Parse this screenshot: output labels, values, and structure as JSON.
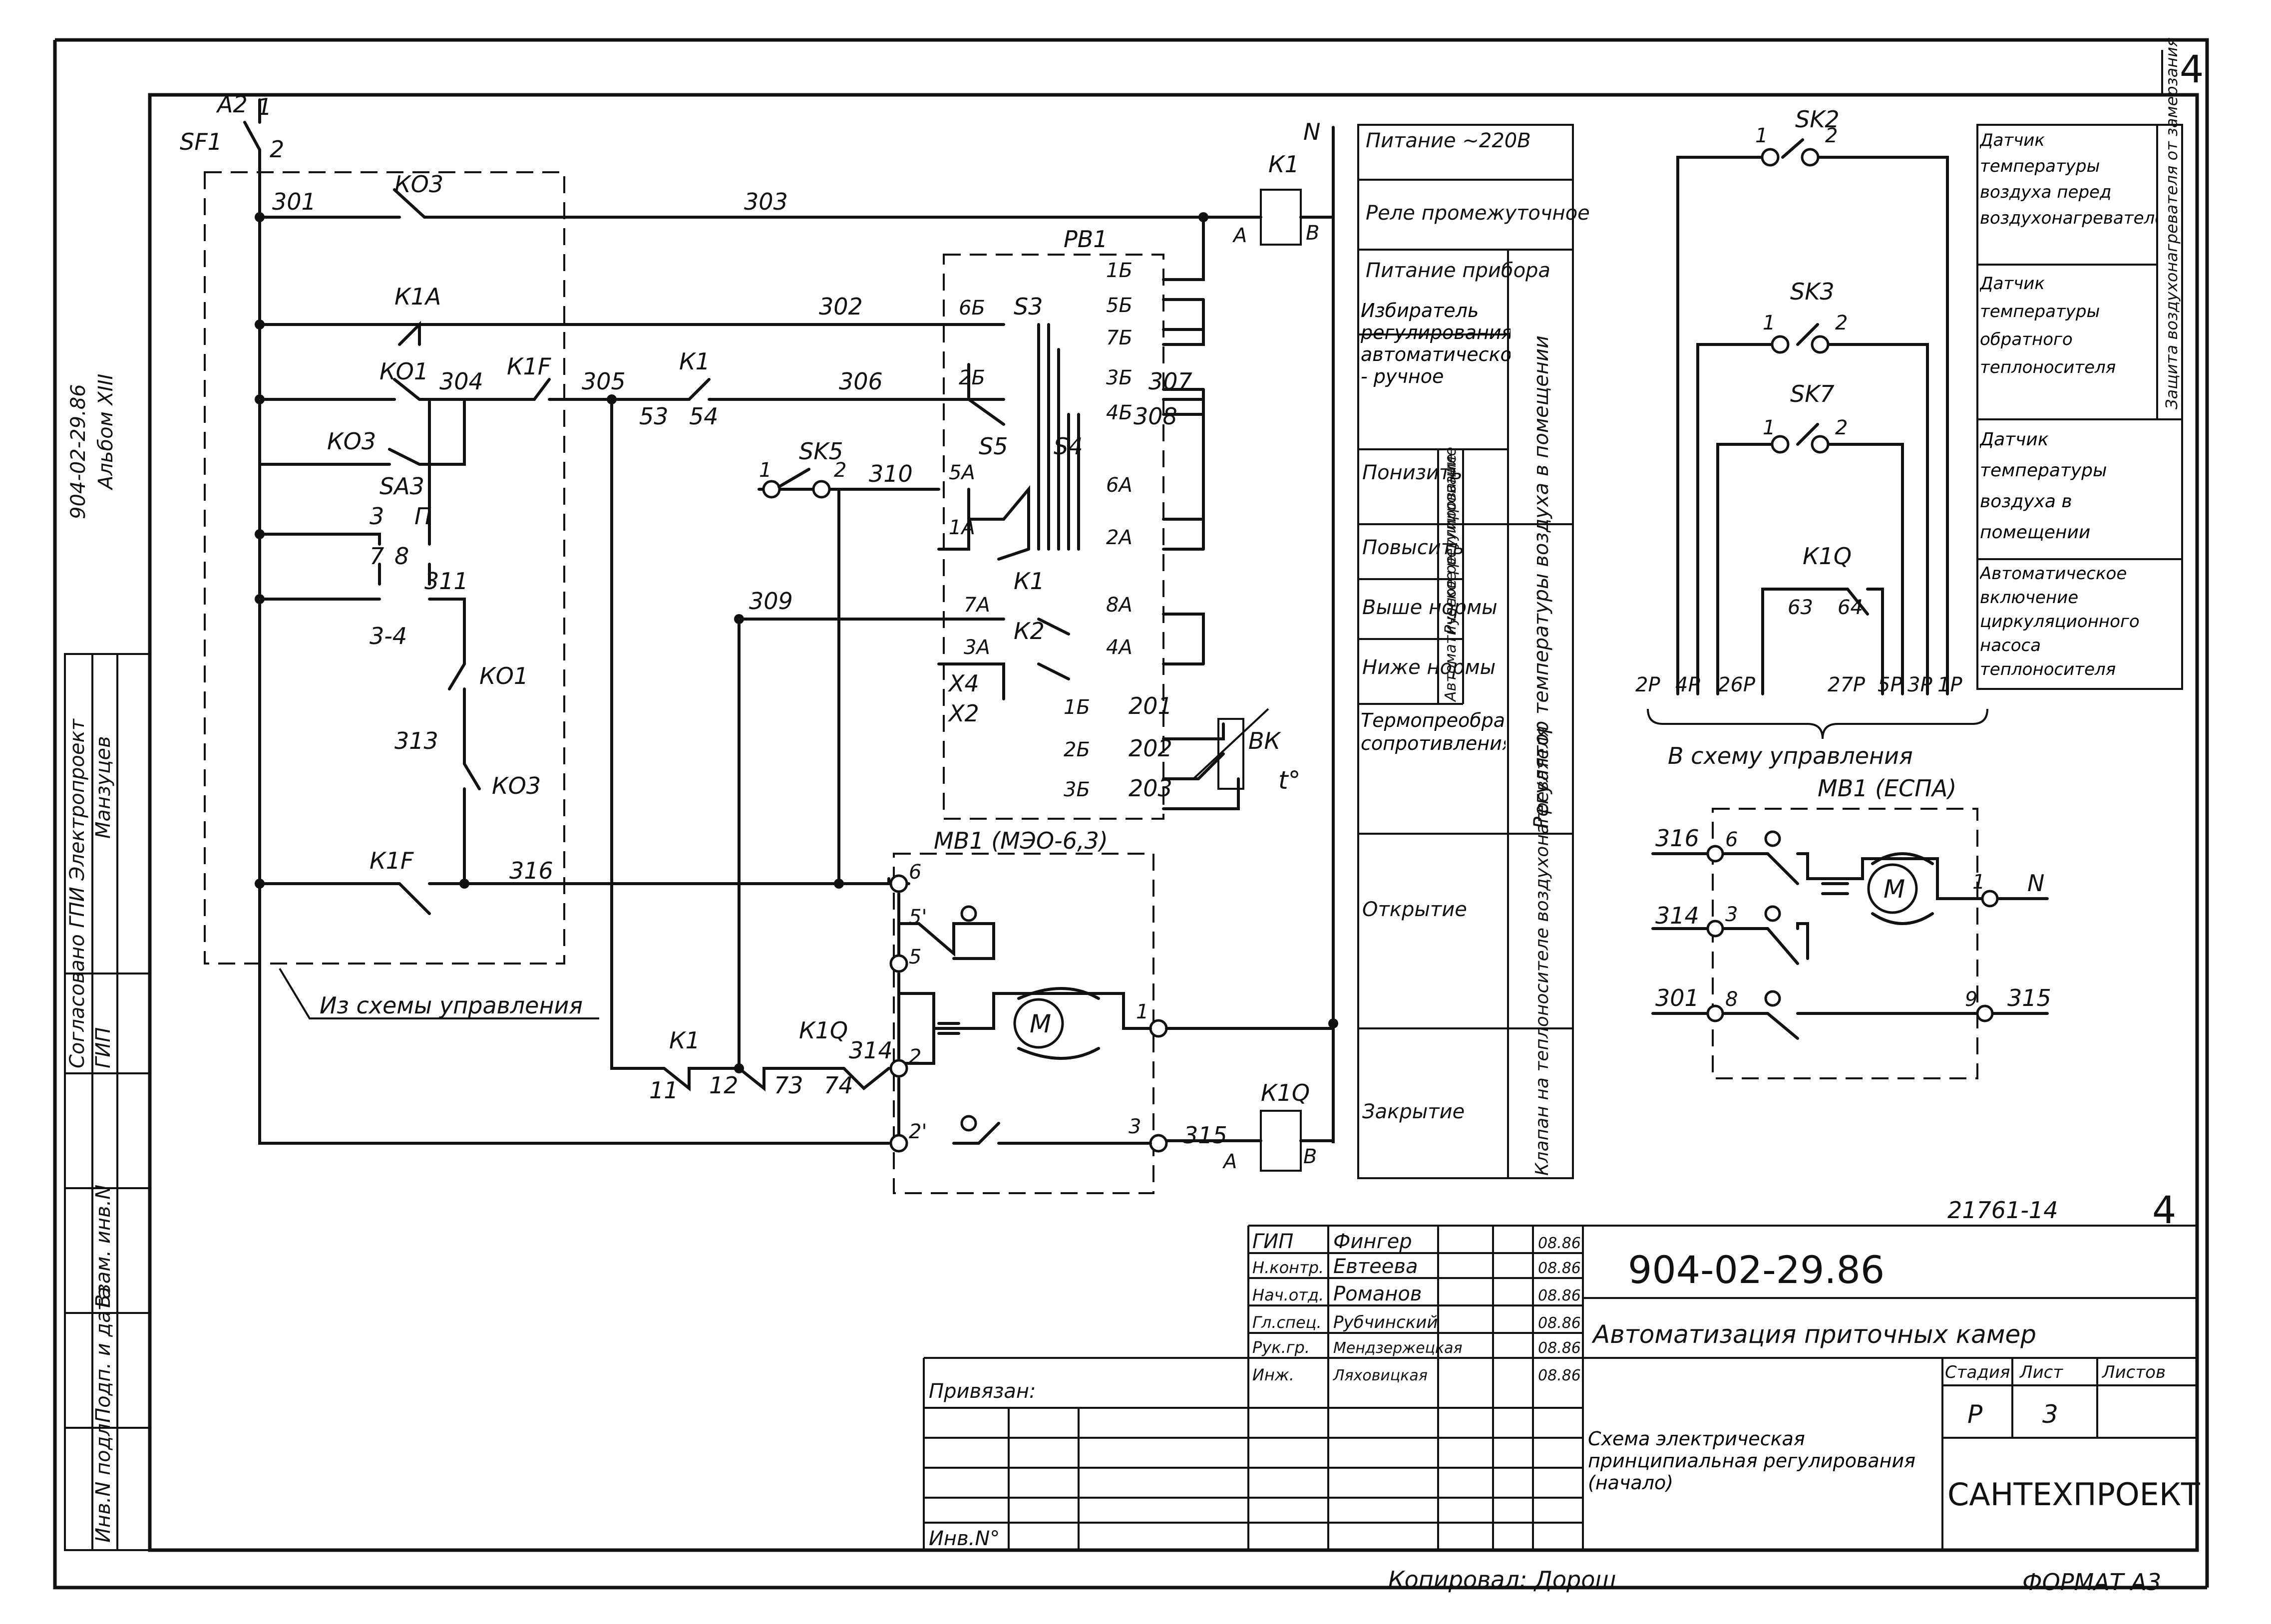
{
  "sheet": {
    "number": "4",
    "format_label": "ФОРМАТ А3",
    "copied_by": "Копировал: Дорош",
    "stamp_number": "21761-14",
    "stamp_sheet": "4"
  },
  "left_margin": {
    "doc_code": "904-02-29.86",
    "album": "Альбом XIII",
    "agreed": "Согласовано ГПИ Электропроект",
    "role_gip": "ГИП",
    "name": "Манзуцев",
    "inv_orig": "Инв.N подл.",
    "sign_date": "Подп. и дата",
    "inv_replace": "Взам. инв.N"
  },
  "left_circuit": {
    "labels": [
      "A2",
      "1",
      "SF1",
      "2",
      "301",
      "КО3",
      "303",
      "К1А",
      "302",
      "КО1",
      "304",
      "К1F",
      "305",
      "К1",
      "53",
      "54",
      "306",
      "КО3",
      "SA3",
      "3",
      "П",
      "7",
      "8",
      "311",
      "3-4",
      "КО1",
      "313",
      "КО3",
      "К1F",
      "316",
      "Из схемы управления",
      "К1",
      "11",
      "12",
      "К1Q",
      "73",
      "74",
      "314",
      "N",
      "К1",
      "А",
      "В",
      "К1Q",
      "315",
      "А",
      "В"
    ]
  },
  "regulator": {
    "labels": [
      "РВ1",
      "1Б",
      "5Б",
      "S3",
      "6Б",
      "7Б",
      "2Б",
      "3Б",
      "307",
      "4Б",
      "308",
      "SK5",
      "1",
      "2",
      "310",
      "S5",
      "S4",
      "5А",
      "6А",
      "1А",
      "2А",
      "309",
      "7А",
      "К1",
      "8А",
      "3А",
      "К2",
      "4А",
      "Х4",
      "Х2",
      "1Б",
      "201",
      "2Б",
      "202",
      "3Б",
      "203",
      "ВК",
      "t°"
    ]
  },
  "actuator": {
    "title": "МВ1 (МЭО-6,3)",
    "terminals": [
      "6",
      "5'",
      "5",
      "2",
      "1",
      "2'",
      "3"
    ],
    "motor": "M"
  },
  "legend": {
    "rows": [
      "Питание ~220В",
      "Реле промежуточное",
      "Питание прибора",
      "Избиратель регулирования автоматическое - ручное",
      "Понизить",
      "Повысить",
      "Выше нормы",
      "Ниже нормы",
      "Термопреобразователь сопротивления",
      "Открытие",
      "Закрытие"
    ],
    "group_manual": "Ручное регулирование",
    "group_auto": "Автоматическое регулирование",
    "group_regulator": "Регулятор температуры воздуха в помещении",
    "group_valve": "Клапан на теплоносителе воздухонагревателя"
  },
  "right_circuit": {
    "sensors": [
      {
        "name": "SK2",
        "left": "1",
        "right": "2",
        "desc": "Датчик температуры воздуха перед воздухонагревателем"
      },
      {
        "name": "SK3",
        "left": "1",
        "right": "2",
        "desc": "Датчик температуры обратного теплоносителя"
      },
      {
        "name": "SK7",
        "left": "1",
        "right": "2",
        "desc": "Датчик температуры воздуха в помещении"
      },
      {
        "name": "К1Q",
        "left": "63",
        "right": "64",
        "desc": "Автоматическое включение циркуляционного насоса теплоносителя"
      }
    ],
    "group_protect": "Защита воздухонагревателя от замерзания",
    "terminals": [
      "2Р",
      "4Р",
      "26Р",
      "27Р",
      "5Р",
      "3Р",
      "1Р"
    ],
    "caption": "В схему управления"
  },
  "mb1_espa": {
    "title": "МВ1 (ЕСПА)",
    "labels": [
      "316",
      "6",
      "1",
      "N",
      "314",
      "3",
      "301",
      "8",
      "9",
      "315"
    ],
    "motor": "M"
  },
  "title_block": {
    "designation": "904-02-29.86",
    "project": "Автоматизация приточных камер",
    "drawing": "Схема электрическая принципиальная регулирования (начало)",
    "org": "САНТЕХПРОЕКТ",
    "stage_header": "Стадия",
    "sheet_header": "Лист",
    "sheets_header": "Листов",
    "stage": "Р",
    "sheet_no": "3",
    "sheets_total": "",
    "bound": "Привязан:",
    "inv": "Инв.N°",
    "people": [
      {
        "role": "ГИП",
        "name": "Фингер",
        "date": "08.86"
      },
      {
        "role": "Н.контр.",
        "name": "Евтеева",
        "date": "08.86"
      },
      {
        "role": "Нач.отд.",
        "name": "Романов",
        "date": "08.86"
      },
      {
        "role": "Гл.спец.",
        "name": "Рубчинский",
        "date": "08.86"
      },
      {
        "role": "Рук.гр.",
        "name": "Мендзержецкая",
        "date": "08.86"
      },
      {
        "role": "Инж.",
        "name": "Ляховицкая",
        "date": "08.86"
      }
    ]
  }
}
